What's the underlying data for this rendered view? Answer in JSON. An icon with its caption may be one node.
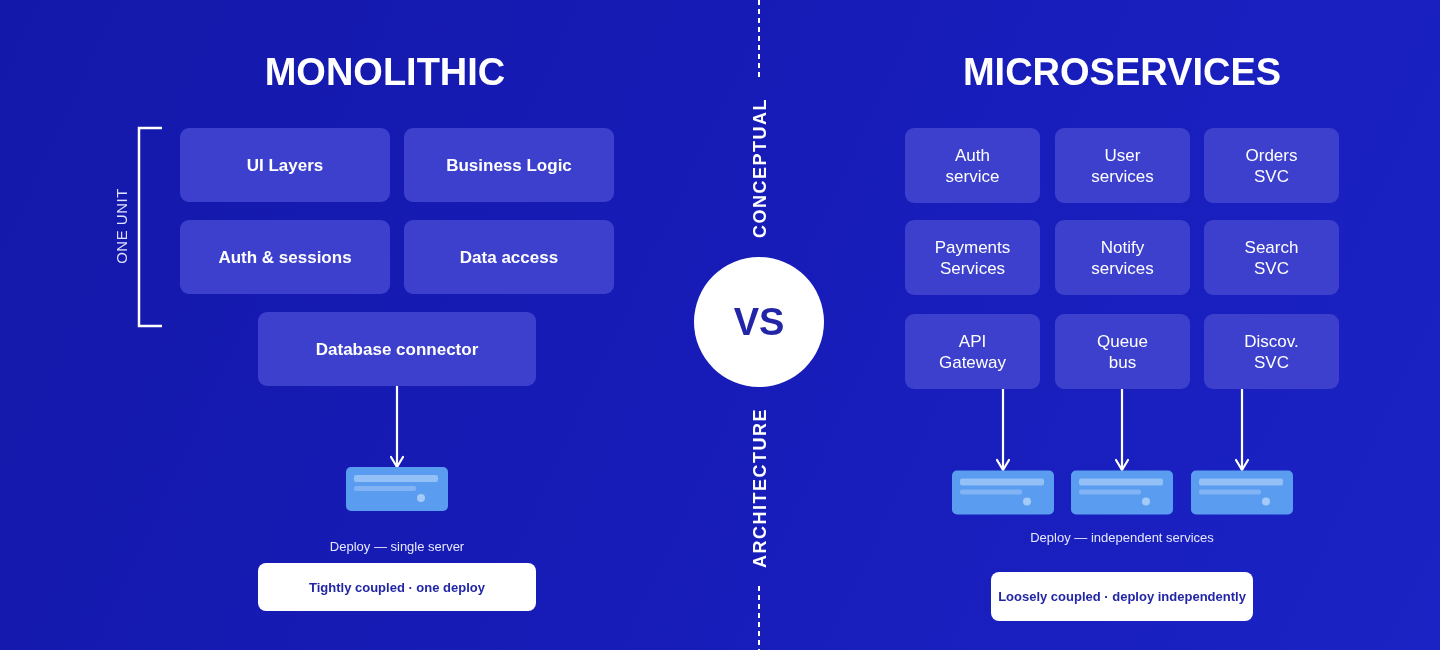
{
  "diagram": {
    "nodes": [
      {
        "text": [
          "UI Layers"
        ]
      },
      {
        "text": [
          "Business Logic"
        ]
      },
      {
        "text": [
          "Auth & sessions"
        ]
      },
      {
        "text": [
          "Data access"
        ]
      },
      {
        "text": [
          "Database connector"
        ]
      },
      {
        "text": [],
        "shape": "box"
      },
      {
        "text": [
          "Tightly coupled · one deploy"
        ]
      },
      {
        "text": [
          "VS"
        ]
      },
      {
        "text": [
          "Auth service"
        ]
      },
      {
        "text": [
          "User services"
        ]
      },
      {
        "text": [
          "Orders SVC"
        ]
      },
      {
        "text": [
          "Payments Services"
        ]
      },
      {
        "text": [
          "Notify services"
        ]
      },
      {
        "text": [
          "Search SVC"
        ]
      },
      {
        "text": [
          "API Gateway"
        ]
      },
      {
        "text": [
          "Queue bus"
        ]
      },
      {
        "text": [
          "Discov. SVC"
        ]
      },
      {
        "text": [],
        "shape": "box"
      },
      {
        "text": [],
        "shape": "box"
      },
      {
        "text": [],
        "shape": "box"
      },
      {
        "text": [
          "Loosely coupled · deploy independently"
        ]
      }
    ],
    "edges": [
      {
        "from": 4,
        "to": 5,
        "arrow": "to"
      },
      {
        "from": 14,
        "to": 17,
        "arrow": "to"
      },
      {
        "from": 15,
        "to": 18,
        "arrow": "to"
      },
      {
        "from": 16,
        "to": 19,
        "arrow": "to"
      }
    ],
    "labels": [
      "MONOLITHIC",
      "MICROSERVICES",
      "CONCEPTUAL",
      "ONE UNIT",
      "ARCHITECTURE",
      "Deploy — independent services",
      "Deploy — single server"
    ]
  }
}
